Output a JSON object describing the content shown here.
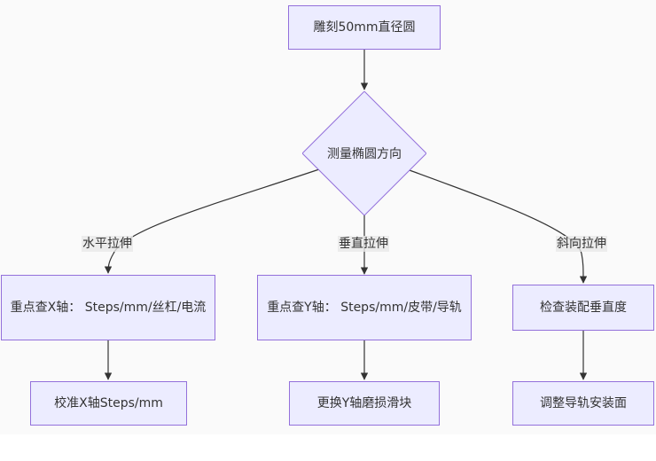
{
  "nodes": {
    "start": "雕刻50mm直径圆",
    "decision": "测量椭圆方向",
    "check_x": "重点查X轴： Steps/mm/丝杠/电流",
    "check_y": "重点查Y轴： Steps/mm/皮带/导轨",
    "check_mount": "检查装配垂直度",
    "calibrate_x": "校准X轴Steps/mm",
    "replace_y": "更换Y轴磨损滑块",
    "adjust_rail": "调整导轨安装面"
  },
  "edge_labels": {
    "horizontal": "水平拉伸",
    "vertical": "垂直拉伸",
    "diagonal": "斜向拉伸"
  },
  "colors": {
    "node_fill": "#ececff",
    "node_border": "#9370db",
    "edge": "#333333",
    "label_bg": "#e8e8e8"
  }
}
